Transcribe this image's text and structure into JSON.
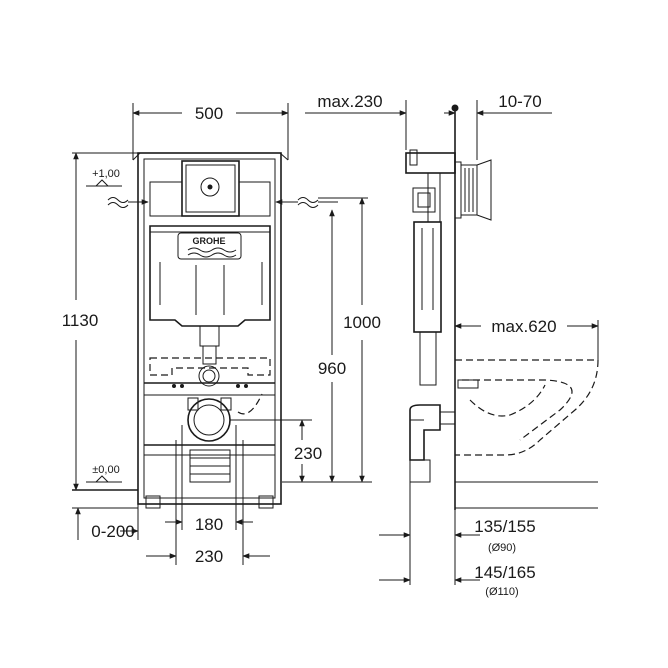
{
  "front_view": {
    "logo": "GROHE",
    "dims": {
      "width": "500",
      "height": "1130",
      "top_level": "+1,00",
      "floor_level": "±0,00",
      "inlet_height": "1000",
      "outlet_height": "960",
      "drain_height": "230",
      "floor_offset": "0-200",
      "drain_spacing": "180",
      "drain_width": "230"
    }
  },
  "side_view": {
    "dims": {
      "depth": "max.230",
      "wall_adjust": "10-70",
      "bowl_length": "max.620",
      "pipe_90_offset": "135/155",
      "pipe_90_diameter": "(Ø90)",
      "pipe_110_offset": "145/165",
      "pipe_110_diameter": "(Ø110)"
    }
  }
}
